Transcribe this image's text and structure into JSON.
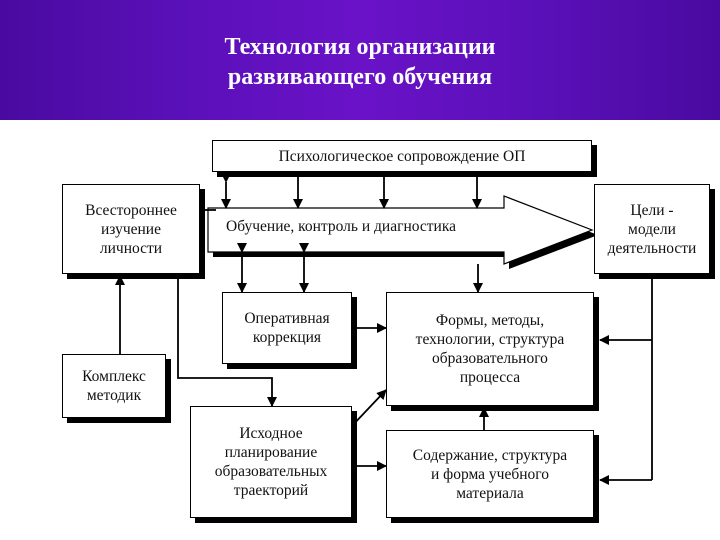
{
  "header": {
    "title_line1": "Технология организации",
    "title_line2": "развивающего обучения",
    "background": "#5a10b8",
    "text_color": "#ffffff"
  },
  "boxes": {
    "psych_support": "Психологическое сопровождение ОП",
    "comprehensive_study": [
      "Всестороннее",
      "изучение",
      "личности"
    ],
    "goals_models": [
      "Цели -",
      "модели",
      "деятельности"
    ],
    "operative_correction": [
      "Оперативная",
      "коррекция"
    ],
    "forms_methods": [
      "Формы,  методы,",
      "технологии, структура",
      "образовательного",
      "процесса"
    ],
    "methods_complex": [
      "Комплекс",
      "методик"
    ],
    "initial_planning": [
      "Исходное",
      "планирование",
      "образовательных",
      "траекторий"
    ],
    "content_structure": [
      "Содержание, структура",
      "и форма учебного",
      "материала"
    ]
  },
  "main_flow": {
    "label": "Обучение, контроль и диагностика"
  }
}
